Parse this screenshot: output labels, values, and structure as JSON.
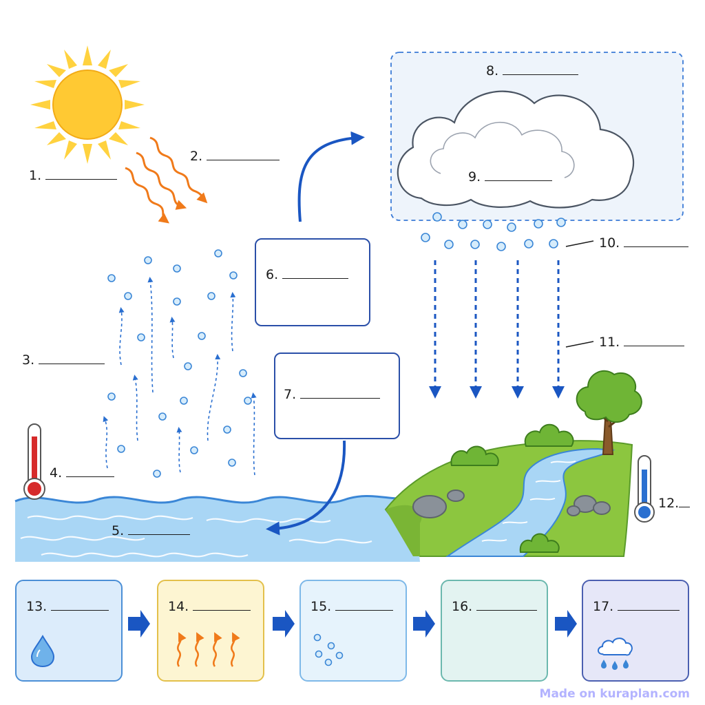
{
  "labels": {
    "l1": "1.",
    "l2": "2.",
    "l3": "3.",
    "l4": "4.",
    "l5": "5.",
    "l6": "6.",
    "l7": "7.",
    "l8": "8.",
    "l9": "9.",
    "l10": "10.",
    "l11": "11.",
    "l12": "12.",
    "l13": "13.",
    "l14": "14.",
    "l15": "15.",
    "l16": "16.",
    "l17": "17."
  },
  "icons": [
    "sun-icon",
    "heat-rays-icon",
    "cloud-icon",
    "thermometer-hot-icon",
    "thermometer-cold-icon",
    "water-drop-icon",
    "rising-heat-icon",
    "vapor-dots-icon",
    "rain-cloud-icon",
    "tree-icon"
  ],
  "colors": {
    "water": "#a9d6f5",
    "arrow_blue": "#1a56c2",
    "sun": "#ffc933",
    "ray": "#f07a1a",
    "grass": "#8cc63f",
    "step_water": "#dcecfb",
    "step_heat": "#fdf5d2",
    "step_vapor": "#e6f3fc",
    "step_cloud": "#e3f3f1",
    "step_rain": "#e6e7f8"
  },
  "watermark": "Made on kuraplan.com"
}
